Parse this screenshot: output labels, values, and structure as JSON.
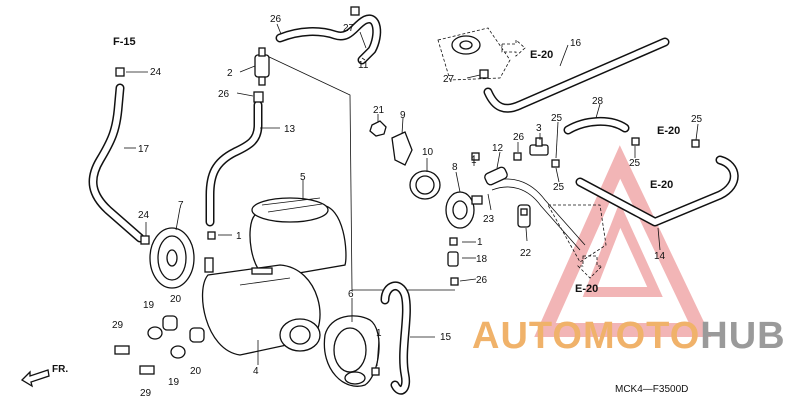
{
  "callouts": {
    "p1a": "1",
    "p1b": "1",
    "p1c": "1",
    "p1d": "1",
    "p2": "2",
    "p3": "3",
    "p4": "4",
    "p5": "5",
    "p6": "6",
    "p7": "7",
    "p8": "8",
    "p9": "9",
    "p10": "10",
    "p11": "11",
    "p12": "12",
    "p13": "13",
    "p14": "14",
    "p15": "15",
    "p16": "16",
    "p17": "17",
    "p18": "18",
    "p19a": "19",
    "p19b": "19",
    "p20a": "20",
    "p20b": "20",
    "p21": "21",
    "p22": "22",
    "p23": "23",
    "p24a": "24",
    "p24b": "24",
    "p25a": "25",
    "p25b": "25",
    "p25c": "25",
    "p25d": "25",
    "p26a": "26",
    "p26b": "26",
    "p26c": "26",
    "p26d": "26",
    "p27a": "27",
    "p27b": "27",
    "p28": "28",
    "p29a": "29",
    "p29b": "29"
  },
  "refs": {
    "f15": "F-15",
    "e20a": "E-20",
    "e20b": "E-20",
    "e20c": "E-20",
    "e20d": "E-20"
  },
  "front_marker": "FR.",
  "diagram_code": "MCK4—F3500D",
  "watermark": {
    "text_auto": "AUTO",
    "text_moto": "MOTO",
    "text_hub": "HUB"
  },
  "colors": {
    "watermark_red": "#e8787a",
    "watermark_gray": "#9a9a9a",
    "watermark_orange": "#f0b26a"
  }
}
